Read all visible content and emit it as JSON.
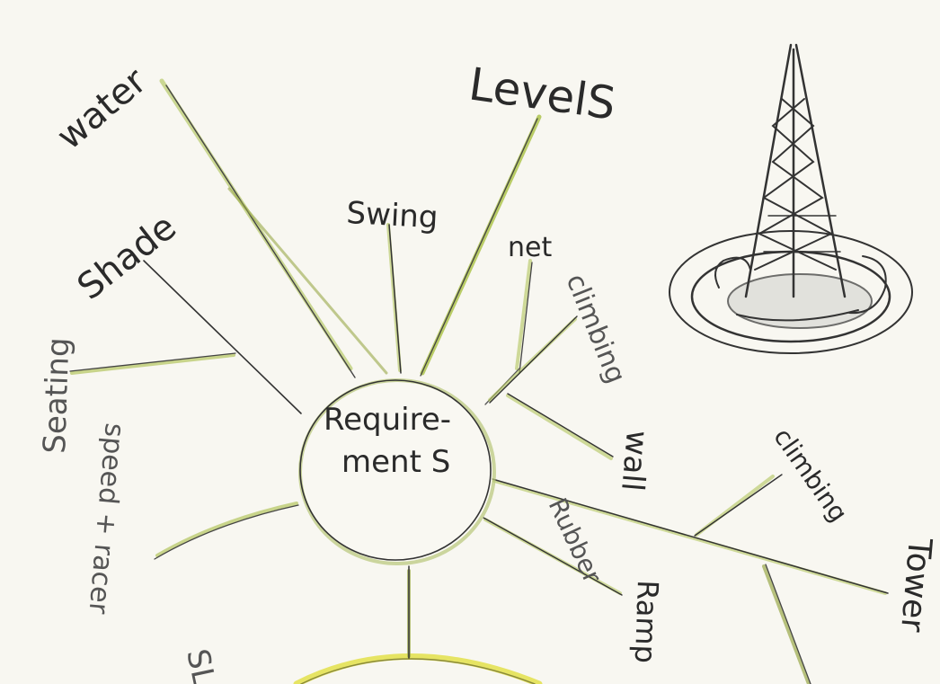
{
  "center": {
    "line1": "Require-",
    "line2": "ment S"
  },
  "labels": {
    "water": "water",
    "levels": "LevelS",
    "shade": "Shade",
    "swing": "Swing",
    "net": "net",
    "climbing": "climbing",
    "wall": "wall",
    "seating": "Seating",
    "speed_racer": "speed + racer",
    "rubber": "Rubber",
    "ramp": "Ramp",
    "climbing2": "climbing",
    "tower": "Tower",
    "slide": "SL"
  },
  "colors": {
    "pencil": "#2f2f2f",
    "highlight_green": "#a9c043",
    "highlight_yellow": "#e3e04a",
    "paper": "#f8f7f1"
  }
}
